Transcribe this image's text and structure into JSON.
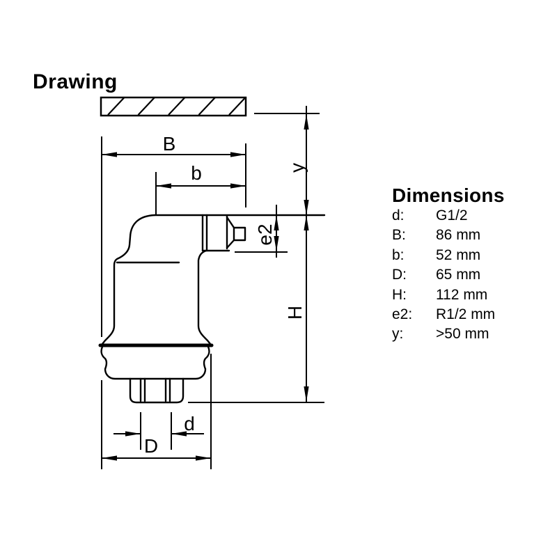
{
  "headings": {
    "drawing": "Drawing",
    "dimensions": "Dimensions"
  },
  "dimension_table": {
    "rows": [
      {
        "label": "d:",
        "value": "G1/2"
      },
      {
        "label": "B:",
        "value": "86 mm"
      },
      {
        "label": "b:",
        "value": "52 mm"
      },
      {
        "label": "D:",
        "value": "65 mm"
      },
      {
        "label": "H:",
        "value": "112 mm"
      },
      {
        "label": "e2:",
        "value": "R1/2 mm"
      },
      {
        "label": "y:",
        "value": ">50 mm"
      }
    ]
  },
  "labels": {
    "B": "B",
    "b": "b",
    "y": "y",
    "e2": "e2",
    "H": "H",
    "d": "d",
    "D": "D"
  },
  "colors": {
    "line": "#000000",
    "background": "#ffffff"
  }
}
